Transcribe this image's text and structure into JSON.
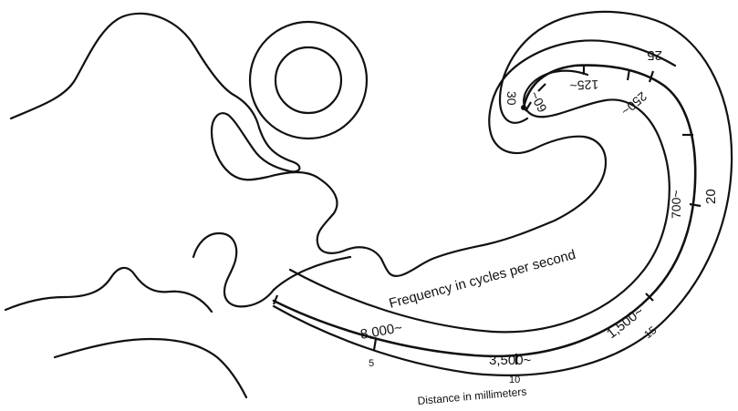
{
  "diagram": {
    "frequency_caption": "Frequency in cycles per second",
    "distance_caption": "Distance in millimeters",
    "frequency_labels": [
      "30",
      "60~",
      "125~",
      "250~",
      "700~",
      "1,500~",
      "3,500~",
      "8,000~"
    ],
    "distance_labels": [
      "5",
      "10",
      "15",
      "20",
      "25"
    ]
  }
}
